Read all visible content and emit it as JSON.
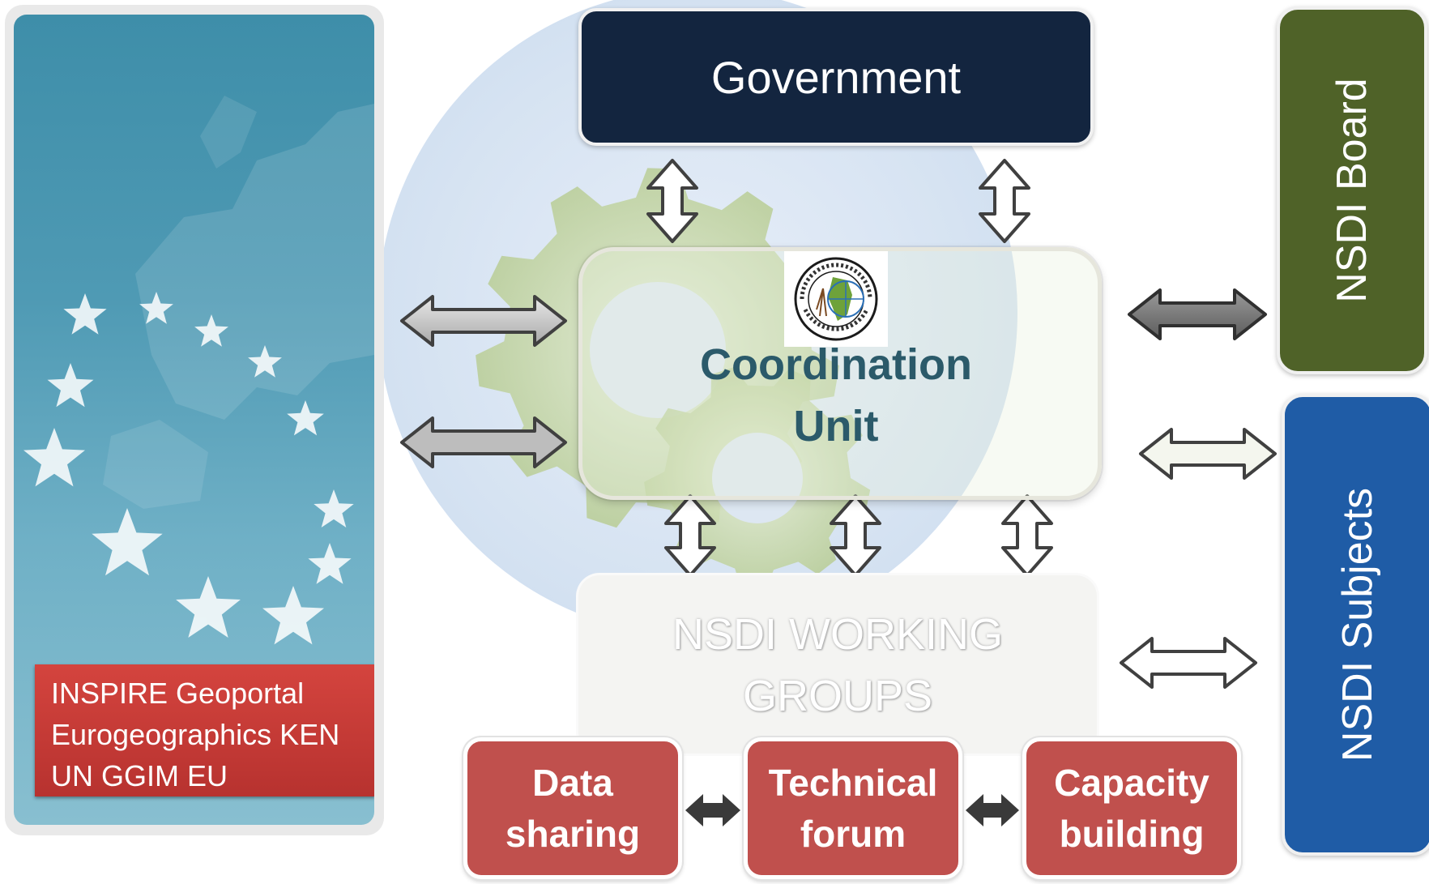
{
  "left_panel": {
    "card_lines": [
      "INSPIRE Geoportal",
      "Eurogeographics KEN",
      "UN GGIM EU"
    ]
  },
  "government": {
    "label": "Government"
  },
  "coordination_unit": {
    "line1": "Coordination",
    "line2": "Unit"
  },
  "working_groups": {
    "line1": "NSDI WORKING",
    "line2": "GROUPS"
  },
  "groups": [
    {
      "line1": "Data",
      "line2": "sharing"
    },
    {
      "line1": "Technical",
      "line2": "forum"
    },
    {
      "line1": "Capacity",
      "line2": "building"
    }
  ],
  "nsdi_board": {
    "label": "NSDI Board"
  },
  "nsdi_subjects": {
    "label": "NSDI Subjects"
  },
  "colors": {
    "government": "#13253f",
    "board": "#4f6228",
    "subjects": "#1f5ca6",
    "groups": "#c0504d",
    "coordination_text": "#2b5a6a",
    "card": "#c9403c"
  },
  "icons": [
    "europe-map-icon",
    "eu-stars-icon",
    "gear-icon",
    "agency-logo-icon",
    "double-arrow-icon"
  ]
}
